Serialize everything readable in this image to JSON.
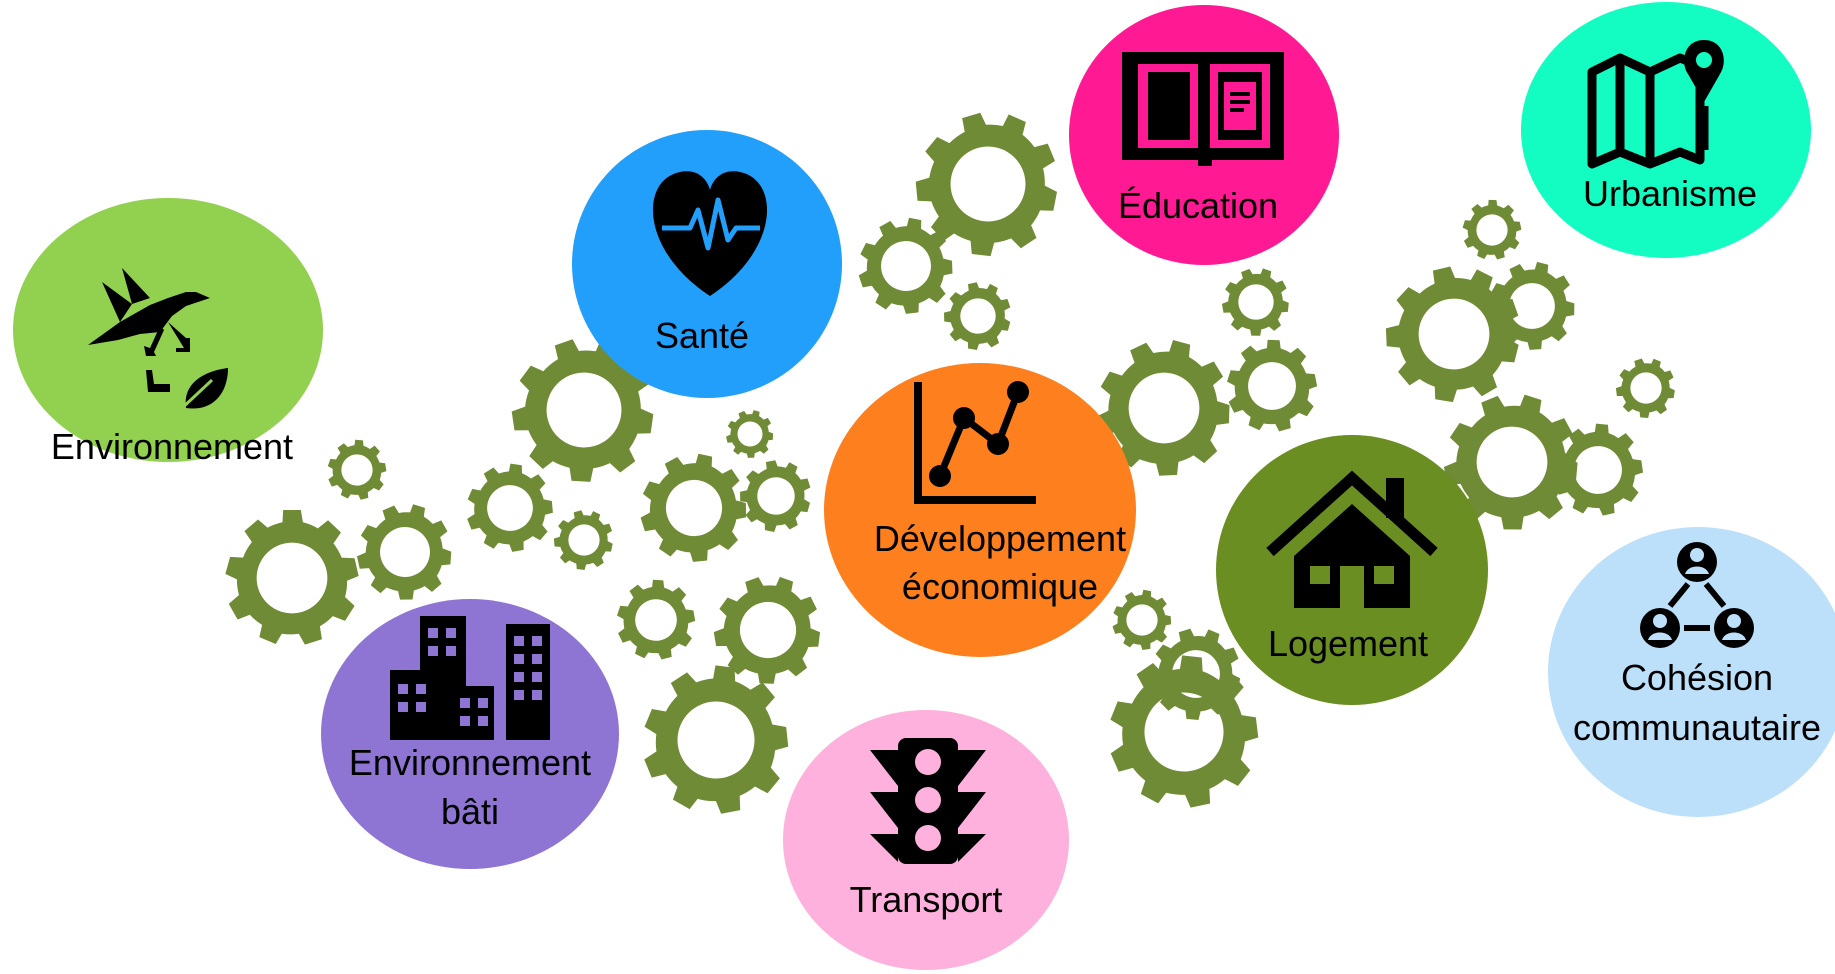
{
  "colors": {
    "gear": "#6f8b35",
    "environnement": "#92d050",
    "sante": "#229ffa",
    "education": "#ff1993",
    "urbanisme": "#13fdc3",
    "developpement": "#fd7f1e",
    "logement": "#6a8e22",
    "cohesion": "#bde0fa",
    "bati": "#8e75d3",
    "transport": "#feb1dc"
  },
  "nodes": [
    {
      "id": "environnement",
      "lines": [
        "Environnement"
      ],
      "icon": "hummingbird-recycle-leaf-icon"
    },
    {
      "id": "sante",
      "lines": [
        "Santé"
      ],
      "icon": "heart-pulse-icon"
    },
    {
      "id": "education",
      "lines": [
        "Éducation"
      ],
      "icon": "open-book-icon"
    },
    {
      "id": "urbanisme",
      "lines": [
        "Urbanisme"
      ],
      "icon": "map-pin-icon"
    },
    {
      "id": "developpement",
      "lines": [
        "Développement",
        "économique"
      ],
      "icon": "line-chart-icon"
    },
    {
      "id": "logement",
      "lines": [
        "Logement"
      ],
      "icon": "house-icon"
    },
    {
      "id": "cohesion",
      "lines": [
        "Cohésion",
        "communautaire"
      ],
      "icon": "people-network-icon"
    },
    {
      "id": "bati",
      "lines": [
        "Environnement",
        "bâti"
      ],
      "icon": "buildings-icon"
    },
    {
      "id": "transport",
      "lines": [
        "Transport"
      ],
      "icon": "traffic-light-icon"
    }
  ]
}
